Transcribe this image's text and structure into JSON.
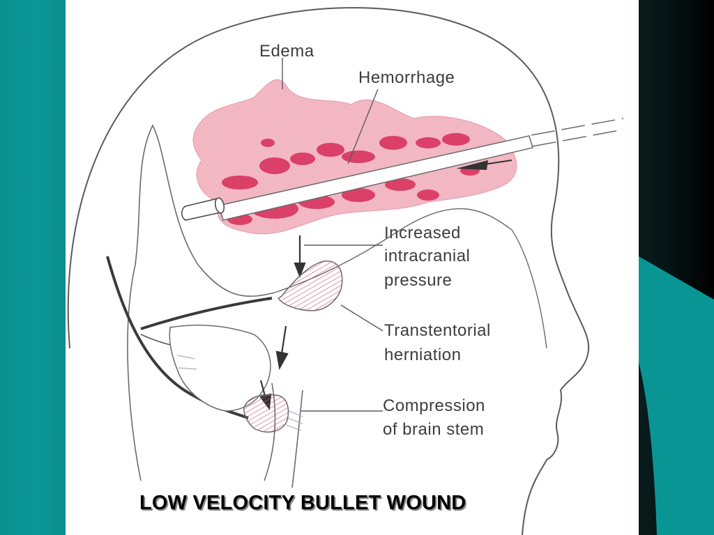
{
  "slide": {
    "title": "LOW VELOCITY BULLET WOUND"
  },
  "diagram": {
    "labels": {
      "edema": "Edema",
      "hemorrhage": "Hemorrhage",
      "increased_icp_line1": "Increased",
      "increased_icp_line2": "intracranial",
      "increased_icp_line3": "pressure",
      "herniation_line1": "Transtentorial",
      "herniation_line2": "herniation",
      "compression_line1": "Compression",
      "compression_line2": "of brain stem"
    }
  },
  "colors": {
    "background_teal": "#0a8c8c",
    "edema_pink": "#f3b9c4",
    "hemorrhage_red": "#d8345f",
    "line": "#555555"
  }
}
